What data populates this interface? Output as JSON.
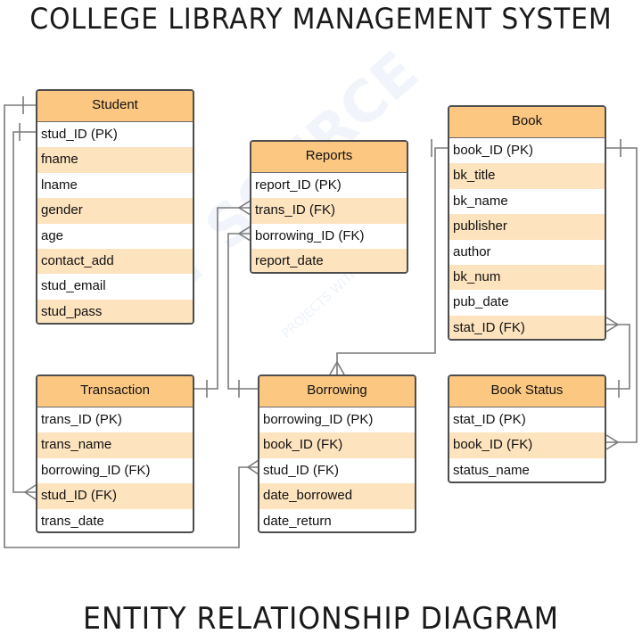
{
  "title": "COLLEGE LIBRARY MANAGEMENT SYSTEM",
  "subtitle": "ENTITY RELATIONSHIP DIAGRAM",
  "watermark": "IT SOURCE",
  "watermark_tagline": "PROJECTS WITH SOU",
  "colors": {
    "header": "#fcc780",
    "alt_row": "#fde3be",
    "border": "#4d4d4d",
    "line": "#7a7a7a"
  },
  "entities": {
    "student": {
      "name": "Student",
      "attributes": [
        "stud_ID (PK)",
        "fname",
        "lname",
        "gender",
        "age",
        "contact_add",
        "stud_email",
        "stud_pass"
      ]
    },
    "reports": {
      "name": "Reports",
      "attributes": [
        "report_ID (PK)",
        "trans_ID (FK)",
        "borrowing_ID (FK)",
        "report_date"
      ]
    },
    "book": {
      "name": "Book",
      "attributes": [
        "book_ID (PK)",
        "bk_title",
        "bk_name",
        "publisher",
        "author",
        "bk_num",
        "pub_date",
        "stat_ID (FK)"
      ]
    },
    "transaction": {
      "name": "Transaction",
      "attributes": [
        "trans_ID (PK)",
        "trans_name",
        "borrowing_ID (FK)",
        "stud_ID (FK)",
        "trans_date"
      ]
    },
    "borrowing": {
      "name": "Borrowing",
      "attributes": [
        "borrowing_ID (PK)",
        "book_ID (FK)",
        "stud_ID (FK)",
        "date_borrowed",
        "date_return"
      ]
    },
    "book_status": {
      "name": "Book Status",
      "attributes": [
        "stat_ID (PK)",
        "book_ID (FK)",
        "status_name"
      ]
    }
  }
}
